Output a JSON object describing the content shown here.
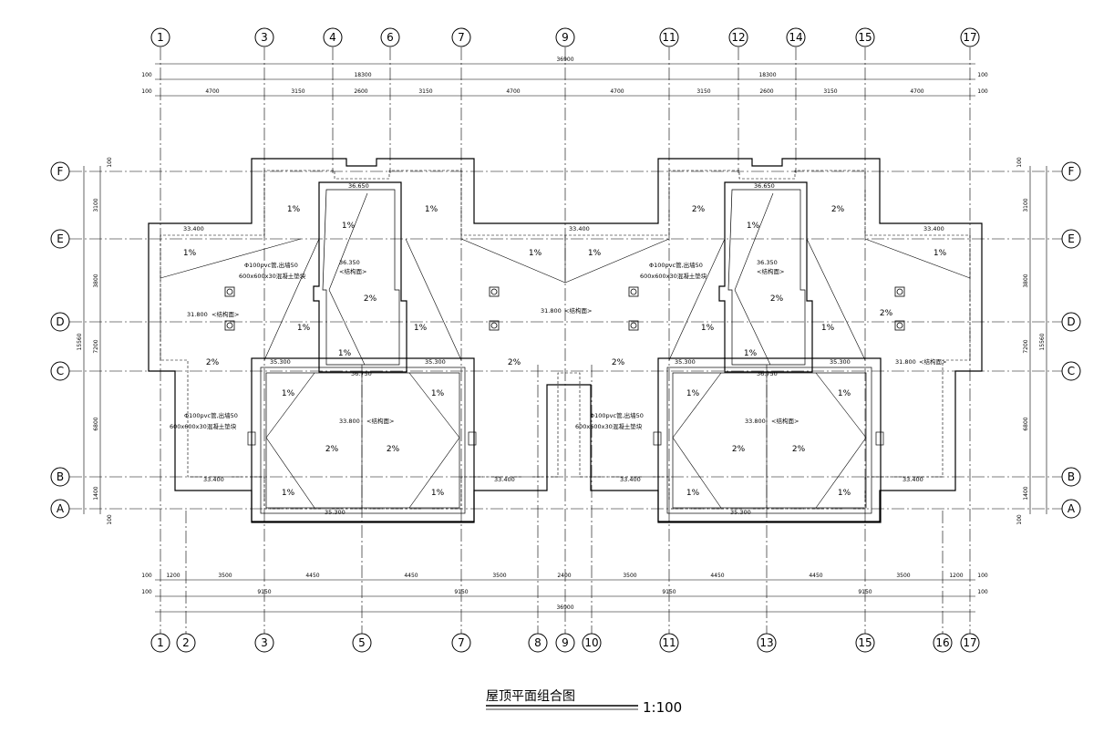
{
  "drawing": {
    "title": "屋顶平面组合图",
    "scale": "1:100"
  },
  "axes_top": [
    "1",
    "3",
    "4",
    "6",
    "7",
    "9",
    "11",
    "12",
    "14",
    "15",
    "17"
  ],
  "axes_bottom": [
    "1",
    "2",
    "3",
    "5",
    "7",
    "8",
    "9",
    "10",
    "11",
    "13",
    "15",
    "16",
    "17"
  ],
  "axes_rows": [
    "F",
    "E",
    "D",
    "C",
    "B",
    "A"
  ],
  "dims_top_overall": "36900",
  "dims_top_half": [
    "18300",
    "18300"
  ],
  "dims_top_segments": [
    "4700",
    "3150",
    "2600",
    "3150",
    "4700",
    "4700",
    "3150",
    "2600",
    "3150",
    "4700"
  ],
  "dims_top_edge": "100",
  "dims_bottom_segments": [
    "1200",
    "3500",
    "4450",
    "4450",
    "3500",
    "2400",
    "3500",
    "4450",
    "4450",
    "3500",
    "1200"
  ],
  "dims_bottom_groups": [
    "9150",
    "9150",
    "9150",
    "9150"
  ],
  "dims_bottom_overall": "36900",
  "dims_bottom_edge": "100",
  "dims_left_segments": [
    "100",
    "3100",
    "3800",
    "7200",
    "6800",
    "1400",
    "100"
  ],
  "dims_left_total": "15560",
  "dims_right_segments": [
    "100",
    "3100",
    "3800",
    "7200",
    "6800",
    "1400",
    "100"
  ],
  "dims_right_total": "15560",
  "elevations": {
    "e36650": "36.650",
    "e36350": "36.350",
    "e36750": "36.750",
    "e35300": "35.300",
    "e33400": "33.400",
    "e33800": "33.800",
    "e31800": "31.800",
    "struct": "<结构面>"
  },
  "slopes": {
    "p1": "1%",
    "p2": "2%"
  },
  "notes": {
    "pipe": "Φ100pvc管,出墙50",
    "base": "600x600x30混凝土垫块"
  }
}
